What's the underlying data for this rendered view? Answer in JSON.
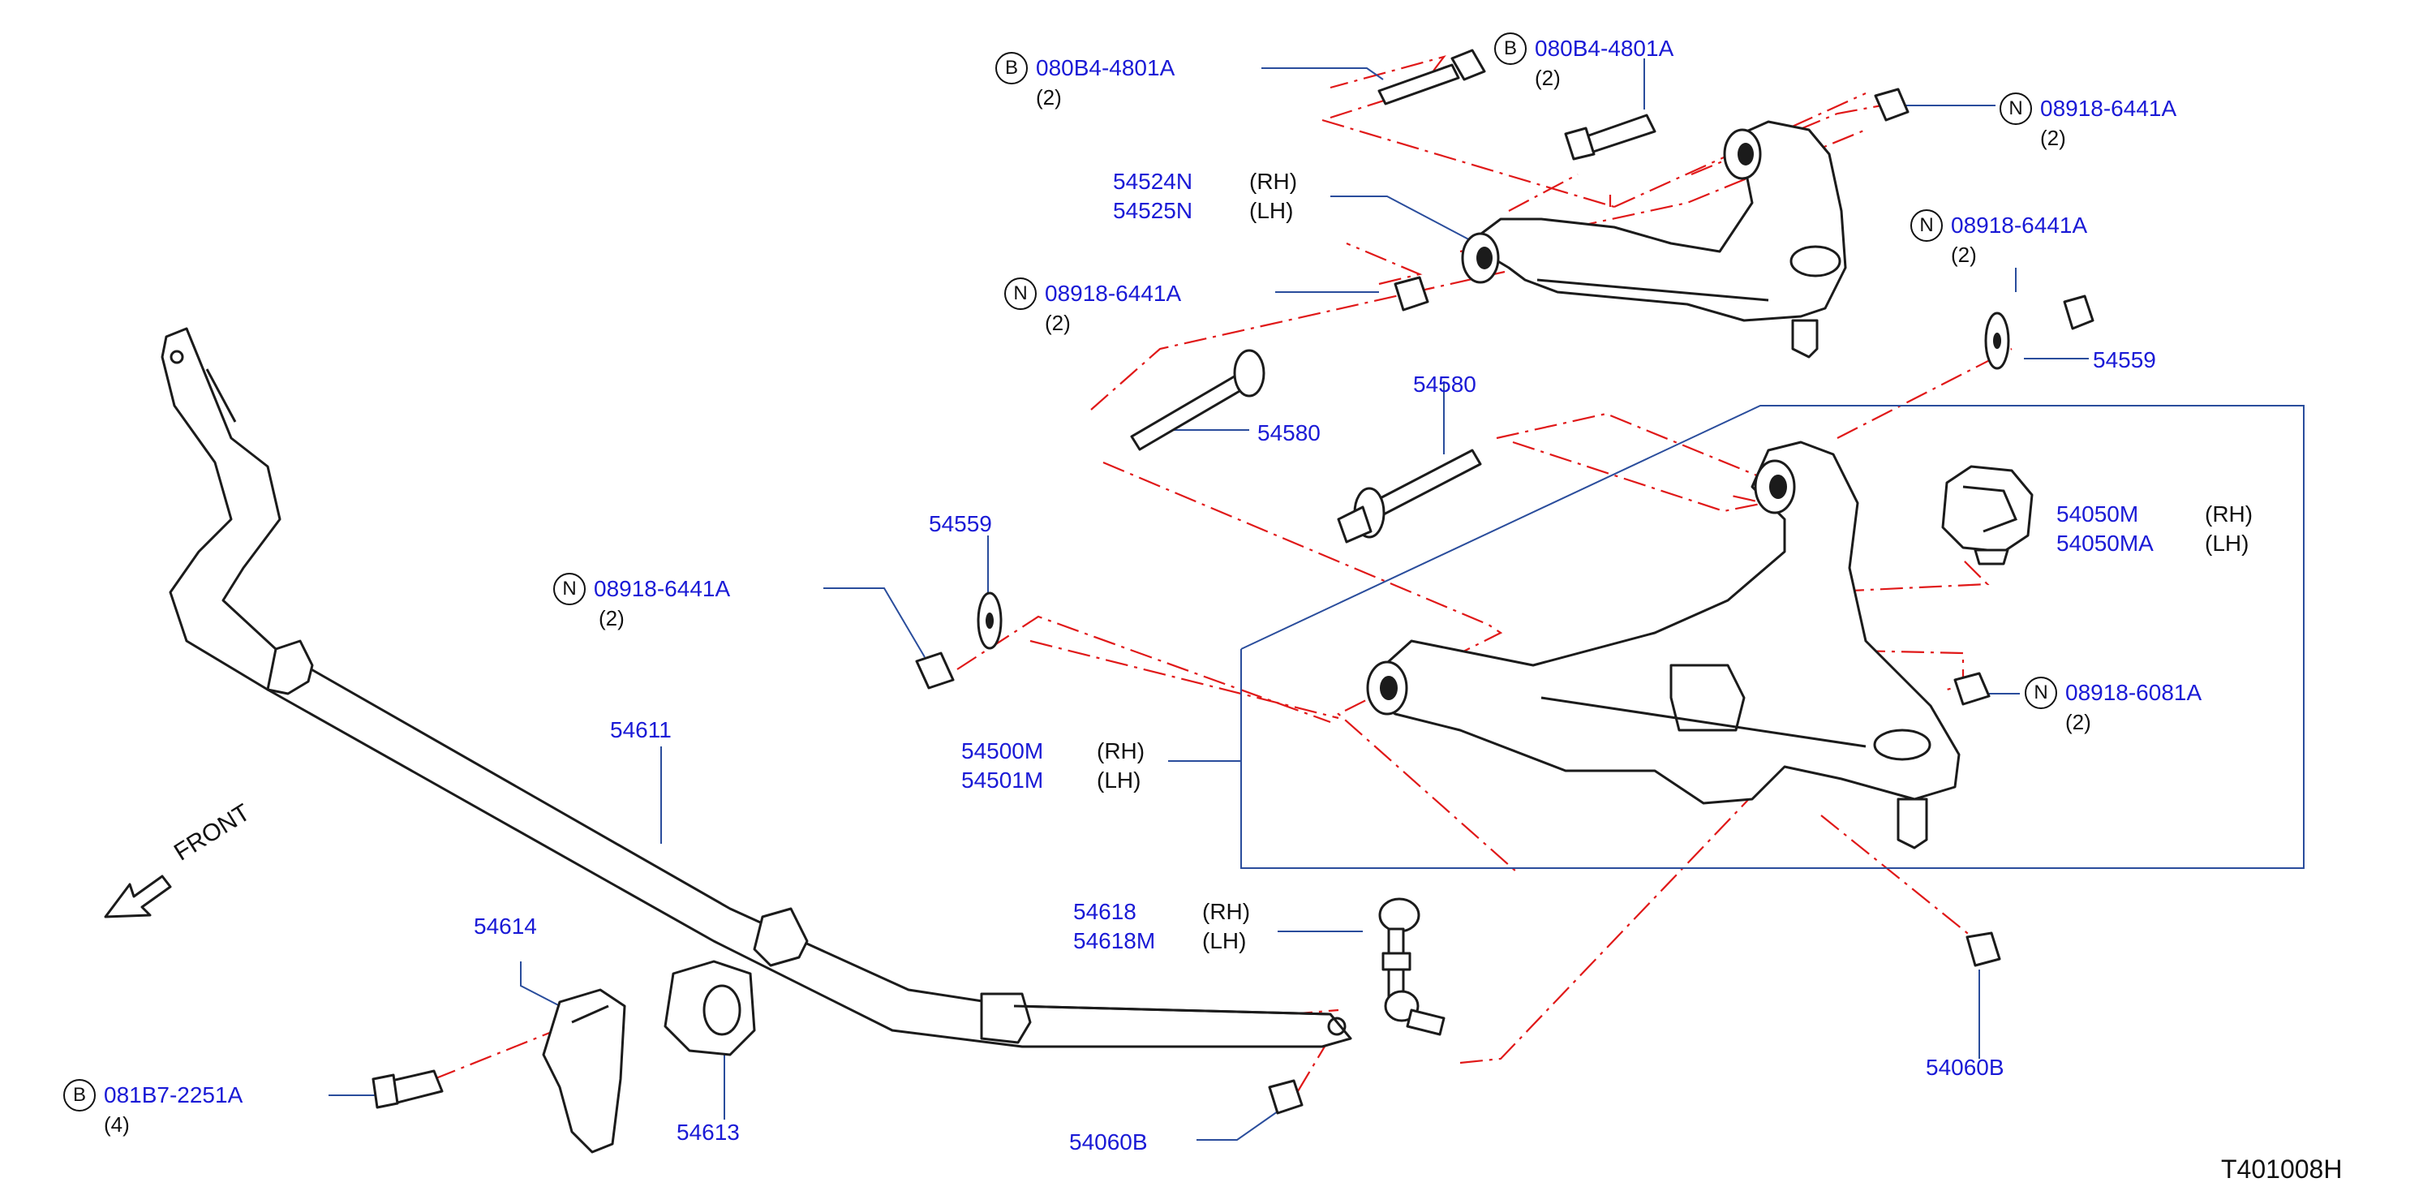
{
  "diagram_id": "T401008H",
  "front_label": "FRONT",
  "labels": [
    {
      "id": "a",
      "letter": "B",
      "part": "080B4-4801A",
      "qty": "(2)"
    },
    {
      "id": "b",
      "letter": "B",
      "part": "080B4-4801A",
      "qty": "(2)"
    },
    {
      "id": "c",
      "letter": "N",
      "part": "08918-6441A",
      "qty": "(2)"
    },
    {
      "id": "d",
      "part": "54524N",
      "side": "(RH)"
    },
    {
      "id": "e",
      "part": "54525N",
      "side": "(LH)"
    },
    {
      "id": "f",
      "letter": "N",
      "part": "08918-6441A",
      "qty": "(2)"
    },
    {
      "id": "g",
      "letter": "N",
      "part": "08918-6441A",
      "qty": "(2)"
    },
    {
      "id": "h",
      "part": "54559"
    },
    {
      "id": "i",
      "part": "54580"
    },
    {
      "id": "j",
      "part": "54580"
    },
    {
      "id": "k",
      "part": "54050M",
      "side": "(RH)"
    },
    {
      "id": "l",
      "part": "54050MA",
      "side": "(LH)"
    },
    {
      "id": "m",
      "part": "54559"
    },
    {
      "id": "n",
      "letter": "N",
      "part": "08918-6441A",
      "qty": "(2)"
    },
    {
      "id": "o",
      "letter": "N",
      "part": "08918-6081A",
      "qty": "(2)"
    },
    {
      "id": "p",
      "part": "54611"
    },
    {
      "id": "q",
      "part": "54500M",
      "side": "(RH)"
    },
    {
      "id": "r",
      "part": "54501M",
      "side": "(LH)"
    },
    {
      "id": "s",
      "part": "54618",
      "side": "(RH)"
    },
    {
      "id": "t",
      "part": "54618M",
      "side": "(LH)"
    },
    {
      "id": "u",
      "part": "54614"
    },
    {
      "id": "v",
      "part": "54613"
    },
    {
      "id": "w",
      "letter": "B",
      "part": "081B7-2251A",
      "qty": "(4)"
    },
    {
      "id": "x",
      "part": "54060B"
    },
    {
      "id": "y",
      "part": "54060B"
    }
  ],
  "colors": {
    "part_number": "#1a1ad6",
    "text": "#111111",
    "leader": "#2a4d9c",
    "centerline": "#e01818",
    "outline": "#1b1b1b"
  }
}
